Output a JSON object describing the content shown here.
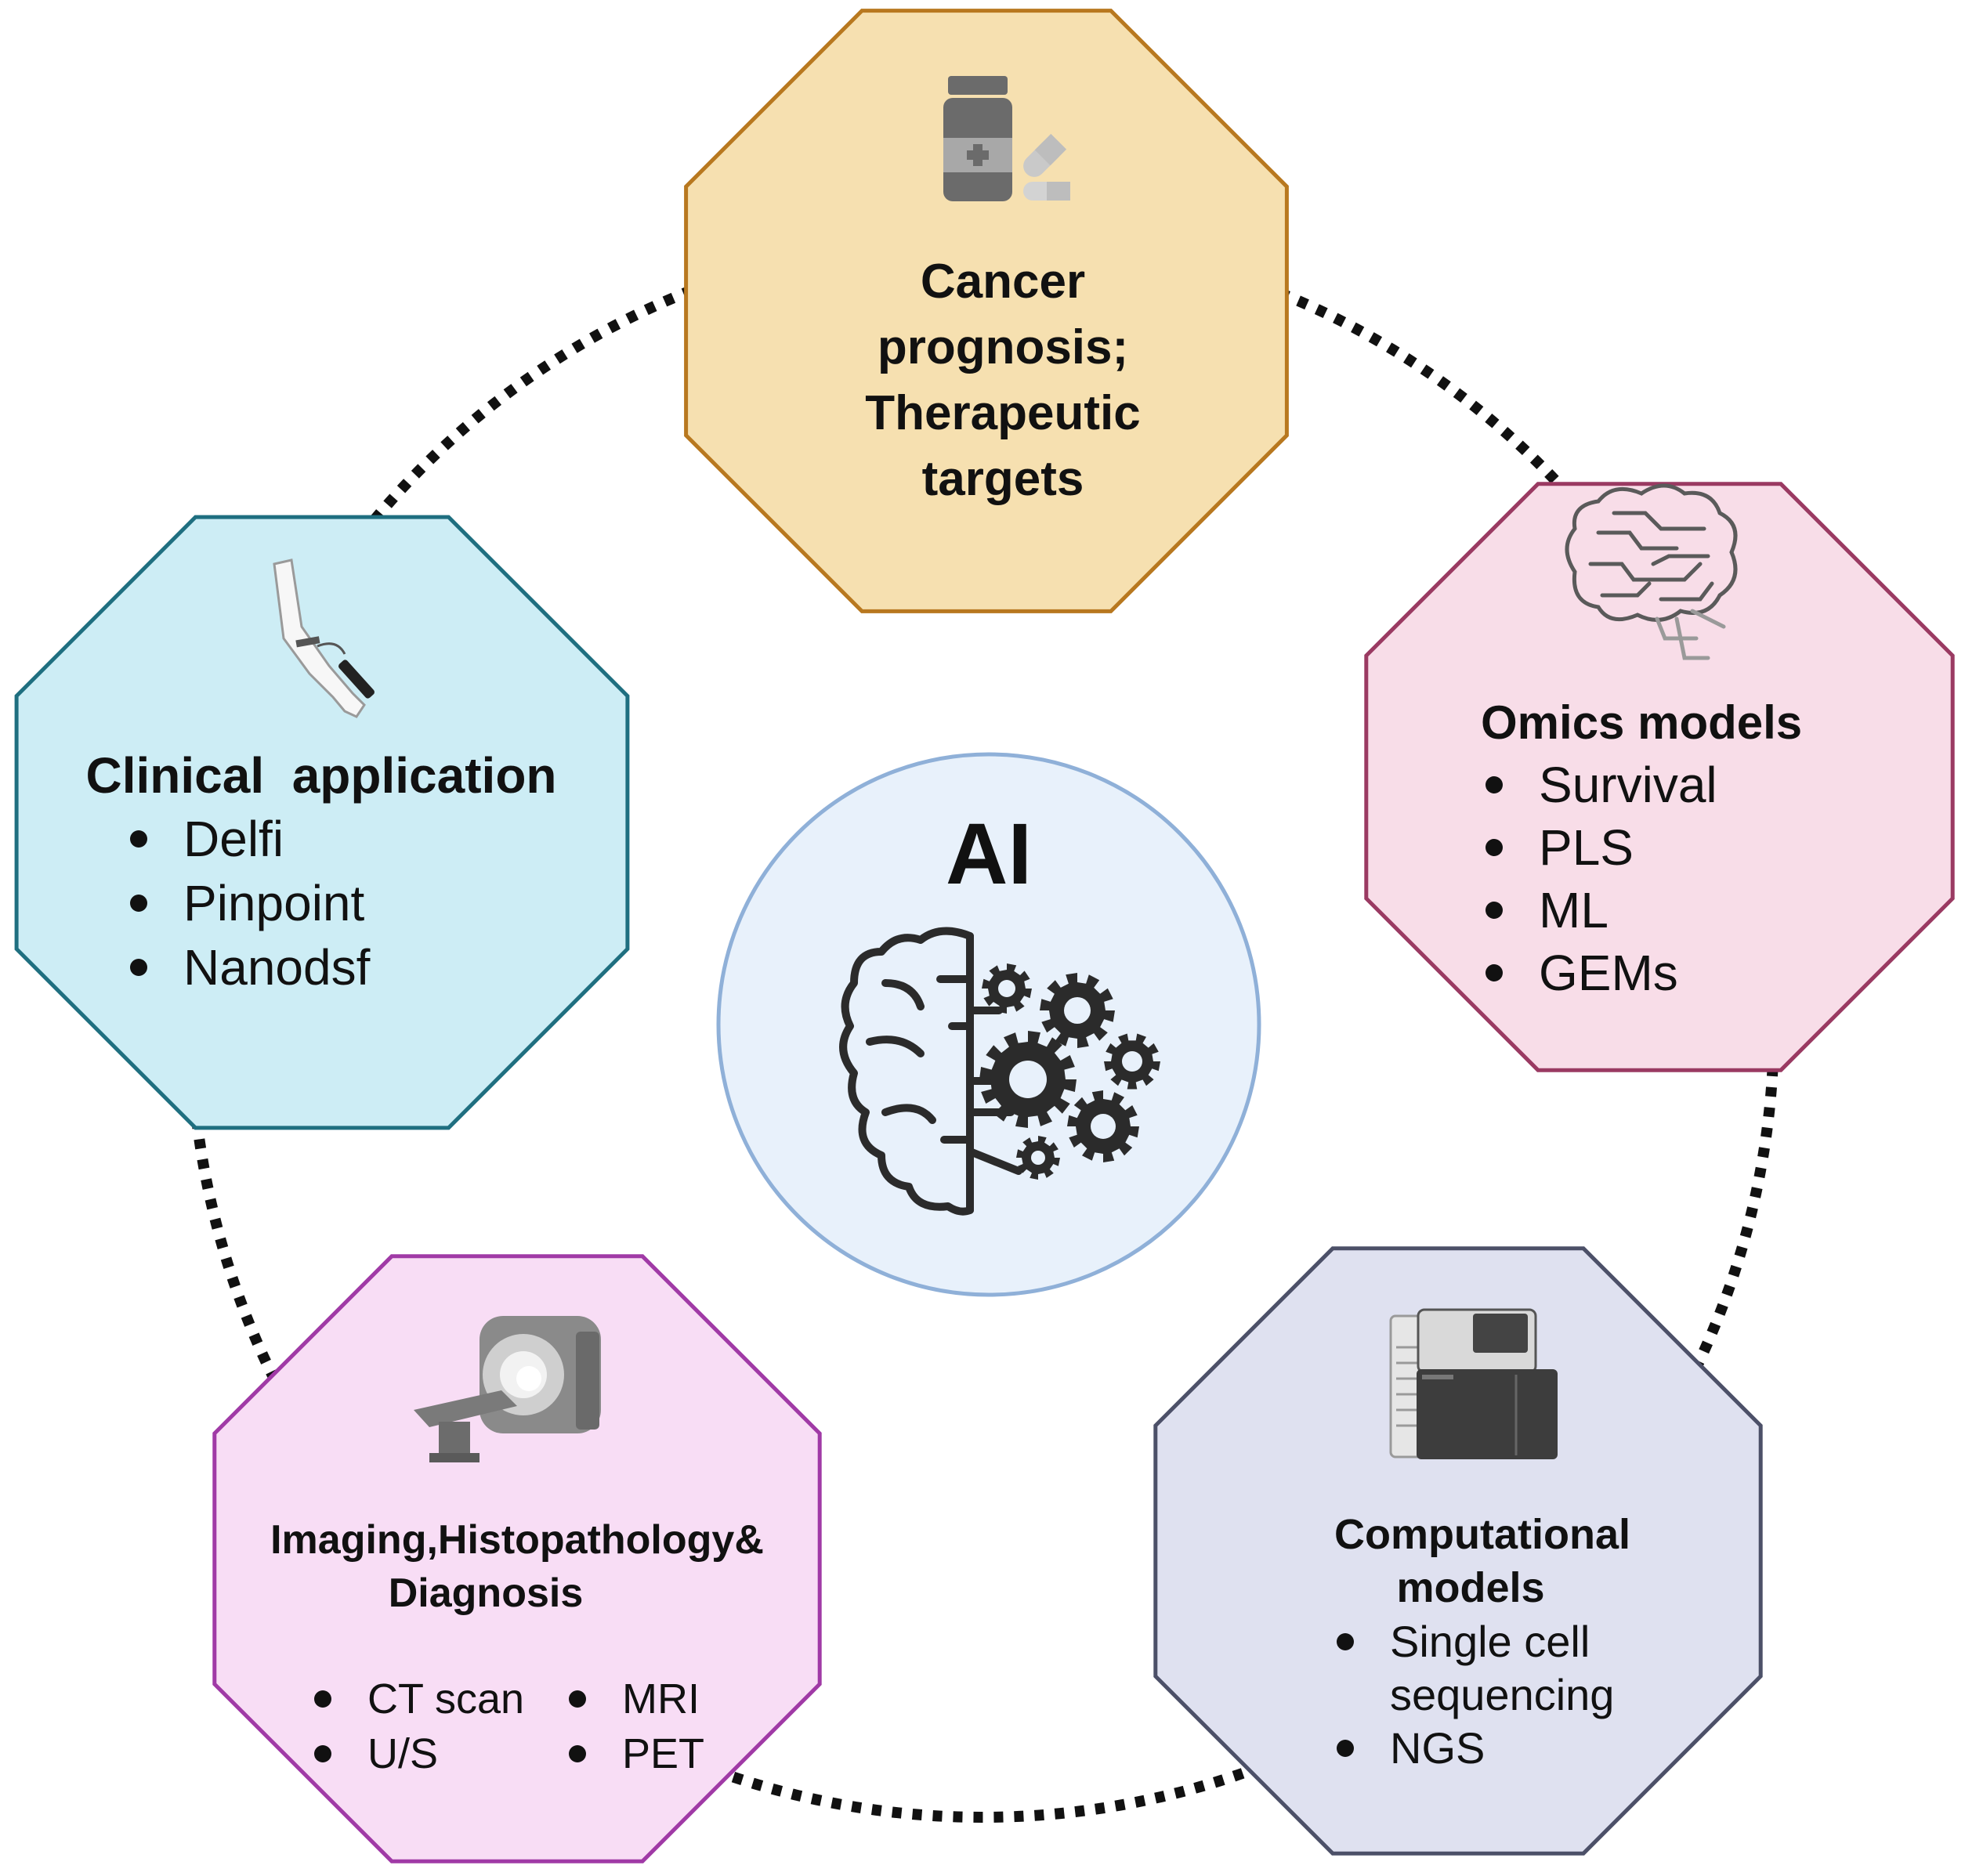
{
  "center": {
    "title": "AI"
  },
  "nodes": {
    "top": {
      "title_lines": [
        "Cancer",
        "prognosis;",
        "Therapeutic",
        "targets"
      ],
      "colors": {
        "fill": "#f6e0b0",
        "stroke": "#b8781f"
      },
      "icon": "medicine-bottle-pills-icon"
    },
    "right": {
      "title": "Omics models",
      "items": [
        "Survival",
        "PLS",
        "ML",
        "GEMs"
      ],
      "colors": {
        "fill": "#f8dde8",
        "stroke": "#9a3a62"
      },
      "icon": "circuit-brain-icon"
    },
    "bottom_right": {
      "title_lines": [
        "Computational",
        "models"
      ],
      "items": [
        [
          "Single cell",
          "sequencing"
        ],
        [
          "NGS"
        ]
      ],
      "colors": {
        "fill": "#dfe1f0",
        "stroke": "#4c5068"
      },
      "icon": "sequencer-machine-icon"
    },
    "bottom_left": {
      "title_lines": [
        "Imaging,Histopathology&",
        "Diagnosis"
      ],
      "items_left": [
        "CT scan",
        "U/S"
      ],
      "items_right": [
        "MRI",
        "PET"
      ],
      "colors": {
        "fill": "#f8ddf5",
        "stroke": "#a03aa6"
      },
      "icon": "mri-scanner-icon"
    },
    "left": {
      "title": "Clinical  application",
      "items": [
        "Delfi",
        "Pinpoint",
        "Nanodsf"
      ],
      "colors": {
        "fill": "#cdedf5",
        "stroke": "#1f6f80"
      },
      "icon": "blood-draw-arm-icon"
    }
  },
  "colors": {
    "center_fill": "#e8f1fb",
    "center_stroke": "#8fb0d8",
    "ring": "#111111"
  }
}
